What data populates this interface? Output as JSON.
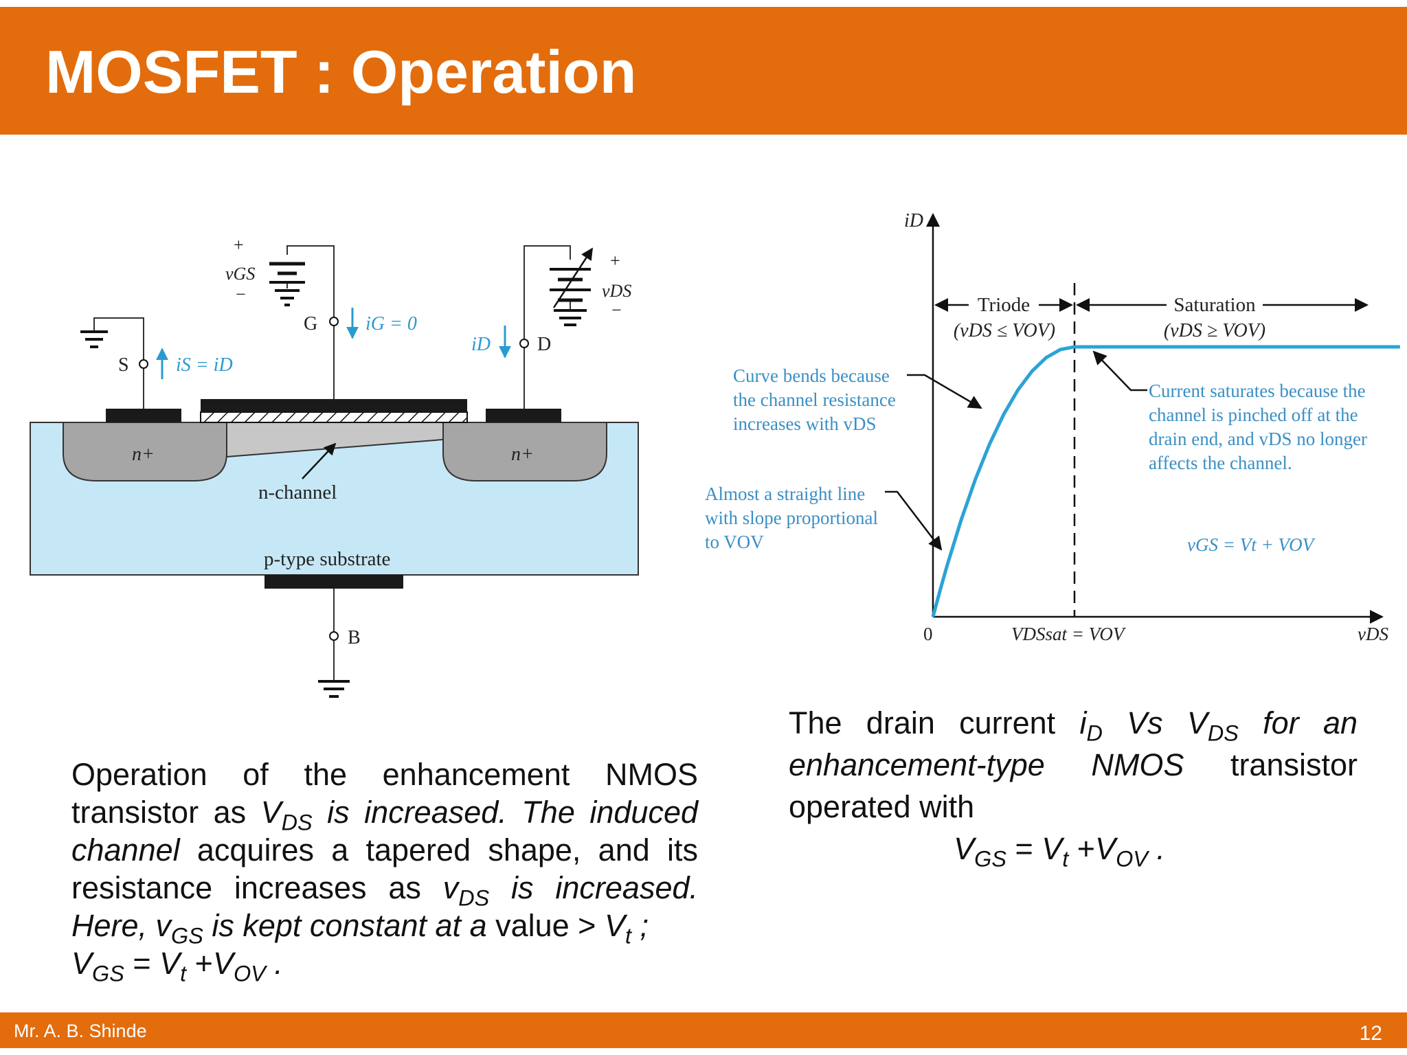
{
  "slide": {
    "title": "MOSFET : Operation",
    "page_number": "12",
    "author": "Mr. A. B. Shinde"
  },
  "colors": {
    "accent_orange": "#e36c0d",
    "diagram_blue": "#2a9bd0",
    "substrate_blue": "#c6e8f6",
    "nplus_gray": "#a6a6a6"
  },
  "circuit_diagram": {
    "vgs_plus": "+",
    "vgs_label": "vGS",
    "vgs_minus": "−",
    "gate_terminal": "G",
    "gate_current": "iG = 0",
    "source_terminal": "S",
    "source_current": "iS = iD",
    "drain_current": "iD",
    "drain_terminal": "D",
    "vds_plus": "+",
    "vds_label": "vDS",
    "vds_minus": "−",
    "source_region": "n+",
    "drain_region": "n+",
    "channel_label": "n-channel",
    "substrate_label": "p-type substrate",
    "body_terminal": "B"
  },
  "graph": {
    "y_axis_label": "iD",
    "x_axis_label": "vDS",
    "origin_label": "0",
    "vdssat_label": "VDSsat = VOV",
    "triode_label": "Triode",
    "triode_condition": "(vDS ≤ VOV)",
    "saturation_label": "Saturation",
    "saturation_condition": "(vDS ≥ VOV)",
    "annotation_bend": [
      "Curve bends because",
      "the channel resistance",
      "increases with vDS"
    ],
    "annotation_linear": [
      "Almost a straight line",
      "with slope proportional",
      "to VOV"
    ],
    "annotation_saturate": [
      "Current saturates because the",
      "channel is pinched off at the",
      "drain end, and vDS no longer",
      "affects the channel."
    ],
    "vgs_condition": "vGS = Vt + VOV"
  },
  "chart_data": {
    "type": "line",
    "title": "",
    "xlabel": "vDS",
    "ylabel": "iD",
    "x_ticks": [
      "0",
      "VDSsat = VOV"
    ],
    "series": [
      {
        "x": [
          0,
          0.05,
          0.1,
          0.2,
          0.3,
          0.4,
          0.5,
          0.6,
          0.7,
          0.8,
          0.9,
          1.0,
          1.5,
          2.0,
          2.5,
          3.0,
          3.3
        ],
        "values": [
          0,
          0.0975,
          0.19,
          0.36,
          0.51,
          0.64,
          0.75,
          0.84,
          0.91,
          0.96,
          0.99,
          1.0,
          1.0,
          1.0,
          1.0,
          1.0,
          1.0
        ]
      }
    ],
    "regions": [
      "Triode",
      "Saturation"
    ],
    "grid": false
  },
  "captions": {
    "left": {
      "p1": "Operation of the enhancement NMOS transistor as ",
      "vds1_main": "V",
      "vds1_sub": "DS",
      "p2": " is increased. The induced channel",
      "p3": " acquires a tapered shape, and its resistance increases as ",
      "vds2_main": "v",
      "vds2_sub": "DS",
      "p4": " is increased. Here, ",
      "vgs_main": "v",
      "vgs_sub": "GS",
      "p5": " is kept constant at a",
      "p6": " value > ",
      "vt_main": "V",
      "vt_sub": "t",
      "p7": " ;",
      "eq_v1": "V",
      "eq_sub1": "GS",
      "eq_eq": " = ",
      "eq_v2": "V",
      "eq_sub2": "t",
      "eq_plus": " +",
      "eq_v3": "V",
      "eq_sub3": "OV",
      "eq_dot": " ."
    },
    "right": {
      "p1": "The drain current ",
      "id_main": "i",
      "id_sub": "D",
      "p2": " Vs ",
      "vds_main": "V",
      "vds_sub": "DS",
      "p3": " for an enhancement-type NMOS",
      "p4": " transistor operated with",
      "eq_v1": "V",
      "eq_sub1": "GS",
      "eq_eq": " = ",
      "eq_v2": "V",
      "eq_sub2": "t",
      "eq_plus": " +",
      "eq_v3": "V",
      "eq_sub3": "OV",
      "eq_dot": " ."
    }
  }
}
